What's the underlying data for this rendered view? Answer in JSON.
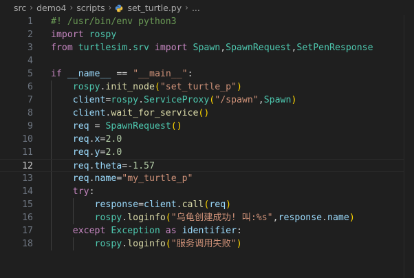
{
  "breadcrumb": {
    "parts": [
      "src",
      "demo4",
      "scripts",
      "set_turtle.py",
      "..."
    ],
    "icon": "python-file-icon"
  },
  "active_line": 12,
  "lines": [
    {
      "n": "1",
      "text": "#! /usr/bin/env python3"
    },
    {
      "n": "2",
      "text": "import rospy"
    },
    {
      "n": "3",
      "text": "from turtlesim.srv import Spawn,SpawnRequest,SetPenResponse"
    },
    {
      "n": "4",
      "text": ""
    },
    {
      "n": "5",
      "text": "if __name__ == \"__main__\":"
    },
    {
      "n": "6",
      "text": "    rospy.init_node(\"set_turtle_p\")"
    },
    {
      "n": "7",
      "text": "    client=rospy.ServiceProxy(\"/spawn\",Spawn)"
    },
    {
      "n": "8",
      "text": "    client.wait_for_service()"
    },
    {
      "n": "9",
      "text": "    req = SpawnRequest()"
    },
    {
      "n": "10",
      "text": "    req.x=2.0"
    },
    {
      "n": "11",
      "text": "    req.y=2.0"
    },
    {
      "n": "12",
      "text": "    req.theta=-1.57"
    },
    {
      "n": "13",
      "text": "    req.name=\"my_turtle_p\""
    },
    {
      "n": "14",
      "text": "    try:"
    },
    {
      "n": "15",
      "text": "        response=client.call(req)"
    },
    {
      "n": "16",
      "text": "        rospy.loginfo(\"乌龟创建成功! 叫:%s\",response.name)"
    },
    {
      "n": "17",
      "text": "    except Exception as identifier:"
    },
    {
      "n": "18",
      "text": "        rospy.loginfo(\"服务调用失败\")"
    }
  ]
}
